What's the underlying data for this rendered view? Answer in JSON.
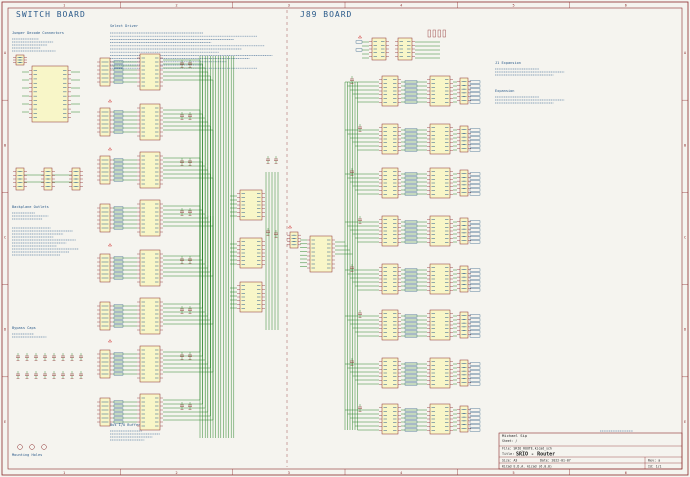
{
  "sheet": {
    "left_section_title": "SWITCH BOARD",
    "right_section_title": "J89 BOARD",
    "col_labels": [
      "1",
      "2",
      "3",
      "4",
      "5",
      "6"
    ],
    "row_labels": [
      "A",
      "B",
      "C",
      "D",
      "E"
    ],
    "colors": {
      "background": "#f5f4ef",
      "frame": "#8b2a2a",
      "wire": "#1a7a1a",
      "part_fill": "#f8f6c8",
      "part_stroke": "#8b2a2a",
      "text": "#2a5a8a",
      "label": "#1a4d7a",
      "power": "#cc2222"
    }
  },
  "notes": {
    "top_left": "Jumper Decode Connectors",
    "mid_left": "Backplane Outlets",
    "bottom_left": "Bypass Caps",
    "footer_left": "Mounting Holes",
    "top_center": "Select Driver",
    "bottom_center": "Bus I/O Buffer",
    "right_top": "J1 Expansion",
    "right_mid": "Expansion"
  },
  "title_block": {
    "author": "Michael Sip",
    "sheet": "Sheet: /",
    "file": "File: SRIO_ROUTE.kicad_sch",
    "title_label": "Title:",
    "title": "SRIO - Router",
    "size": "Size: A3",
    "date": "Date: 2022-01-07",
    "rev": "Rev: a",
    "kicad": "KiCad E.D.A.  kicad (6.0.0)",
    "id": "Id: 1/1"
  }
}
